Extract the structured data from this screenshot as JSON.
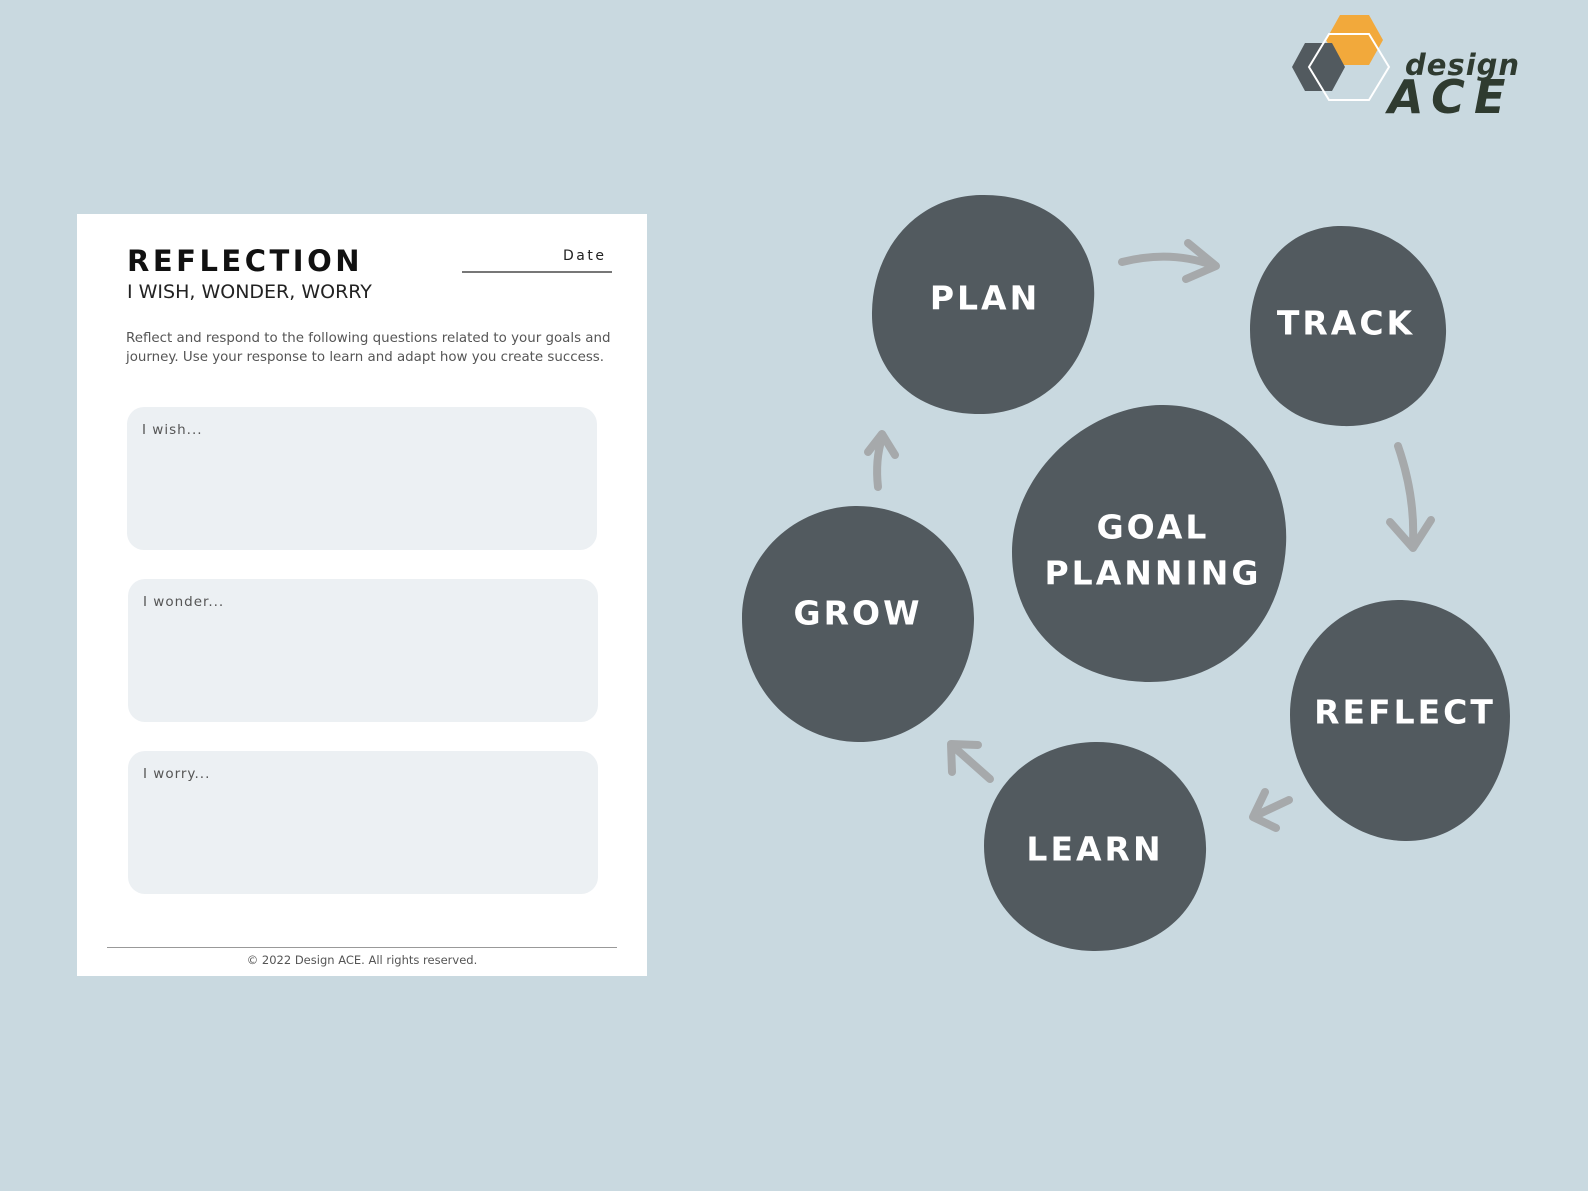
{
  "logo": {
    "word_small": "design",
    "word_large": "ACE",
    "colors": {
      "orange": "#f2a93b",
      "dark": "#525a5f",
      "text": "#2f3b30",
      "outline": "#ffffff"
    }
  },
  "worksheet": {
    "title": "REFLECTION",
    "subtitle": "I WISH, WONDER, WORRY",
    "date_label": "Date",
    "intro": "Reflect and respond to the following questions related to your goals and journey. Use your response to learn and adapt how you create success.",
    "prompts": [
      "I wish...",
      "I wonder...",
      "I worry..."
    ],
    "footer": "© 2022 Design ACE. All rights reserved."
  },
  "cycle": {
    "center": [
      "GOAL",
      "PLANNING"
    ],
    "stages": [
      "PLAN",
      "TRACK",
      "REFLECT",
      "LEARN",
      "GROW"
    ],
    "colors": {
      "background": "#c9d9e0",
      "bubble": "#525a5f",
      "arrow": "#a6a9ab",
      "label": "#ffffff"
    }
  }
}
